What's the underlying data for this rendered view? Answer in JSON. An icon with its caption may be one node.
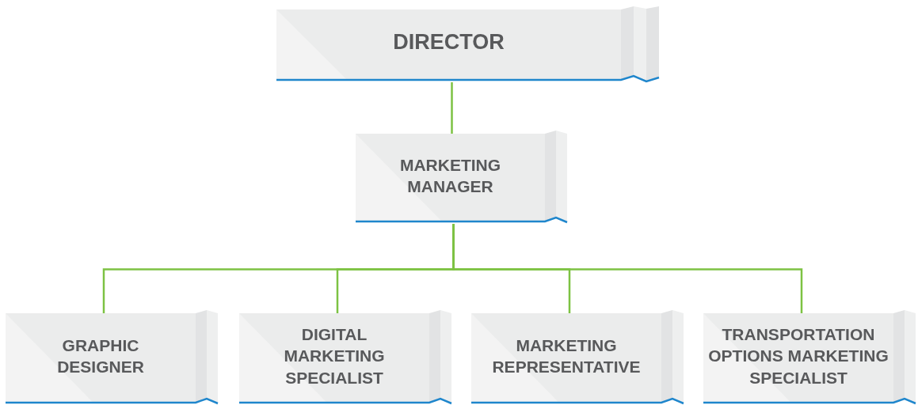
{
  "diagram": {
    "nodes": [
      {
        "text": [
          "DIRECTOR"
        ]
      },
      {
        "text": [
          "MARKETING MANAGER"
        ]
      },
      {
        "text": [
          "GRAPHIC DESIGNER"
        ]
      },
      {
        "text": [
          "DIGITAL MARKETING SPECIALIST"
        ]
      },
      {
        "text": [
          "MARKETING REPRESENTATIVE"
        ]
      },
      {
        "text": [
          "TRANSPORTATION OPTIONS MARKETING SPECIALIST"
        ]
      }
    ],
    "edges": [
      {
        "from": 0,
        "to": 1,
        "arrow": "none"
      },
      {
        "from": 1,
        "to": 2,
        "arrow": "none"
      },
      {
        "from": 1,
        "to": 3,
        "arrow": "none"
      },
      {
        "from": 1,
        "to": 4,
        "arrow": "none"
      },
      {
        "from": 1,
        "to": 5,
        "arrow": "none"
      }
    ]
  }
}
